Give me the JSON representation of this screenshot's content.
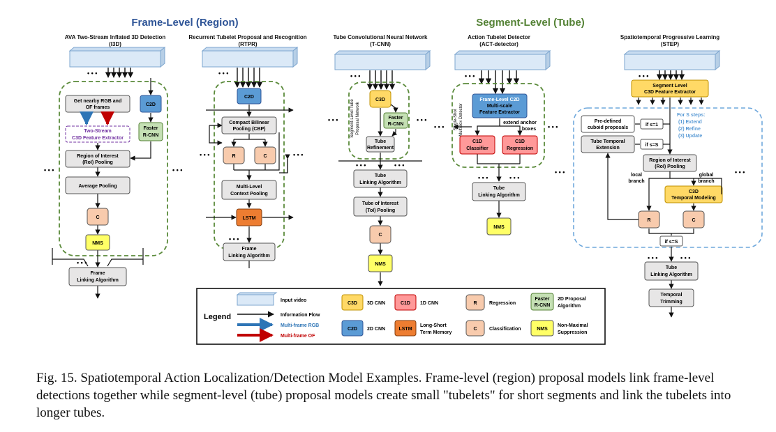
{
  "headers": {
    "frame_level": "Frame-Level (Region)",
    "segment_level": "Segment-Level (Tube)"
  },
  "colors": {
    "frame_level": "#2f5597",
    "segment_level": "#548235",
    "group_border": "#5a8a3a",
    "step_border": "#6fa8dc",
    "rgb": "#2e75b6",
    "of": "#c00000",
    "purple": "#7030a0"
  },
  "models": {
    "i3d": {
      "title": "AVA Two-Stream Inflated 3D Detection",
      "abbr": "(I3D)"
    },
    "rtpr": {
      "title": "Recurrent Tubelet Proposal and Recognition",
      "abbr": "(RTPR)"
    },
    "tcnn": {
      "title": "Tube Convolutional Neural Network",
      "abbr": "(T-CNN)"
    },
    "act": {
      "title": "Action Tubelet Detector",
      "abbr": "(ACT-detector)"
    },
    "step": {
      "title": "Spatiotemporal Progressive Learning",
      "abbr": "(STEP)"
    }
  },
  "boxes": {
    "nearby_rgb": [
      "Get nearby RGB and",
      "OF frames"
    ],
    "two_stream": [
      "Two-Stream",
      "C3D Feature Extractor"
    ],
    "c2d": "C2D",
    "faster_rcnn": [
      "Faster",
      "R-CNN"
    ],
    "roi_pooling": [
      "Region of Interest",
      "(RoI) Pooling"
    ],
    "avg_pooling": "Average Pooling",
    "c": "C",
    "r": "R",
    "nms": "NMS",
    "frame_linking": [
      "Frame",
      "Linking Algorithm"
    ],
    "cbp": [
      "Compact Bilinear",
      "Pooling (CBP)"
    ],
    "multi_level": [
      "Multi-Level",
      "Context Pooling"
    ],
    "lstm": "LSTM",
    "c3d": "C3D",
    "tube_refinement": [
      "Tube",
      "Refinement"
    ],
    "tube_linking": [
      "Tube",
      "Linking Algorithm"
    ],
    "toi_pooling": [
      "Tube of Interest",
      "(ToI) Pooling"
    ],
    "frame_level_c2d": [
      "Frame-Level C2D",
      "Multi-scale",
      "Feature Extractor"
    ],
    "c1d_classifier": [
      "C1D",
      "Classifier"
    ],
    "c1d_regression": [
      "C1D",
      "Regression"
    ],
    "segment_c3d": [
      "Segment Level",
      "C3D Feature Extractor"
    ],
    "predefined": [
      "Pre-defined",
      "cuboid proposals"
    ],
    "tube_temporal_ext": [
      "Tube Temporal",
      "Extension"
    ],
    "if_s1": "if s=1",
    "if_sS": "if s=S",
    "c3d_temporal": [
      "C3D",
      "Temporal Modeling"
    ],
    "temporal_trimming": [
      "Temporal",
      "Trimming"
    ]
  },
  "labels": {
    "segment_level_tube_net": [
      "Segment-Level Tube",
      "Proposal Network"
    ],
    "single_shot": [
      "Single-Shot",
      "MultiBox Detector"
    ],
    "extend_anchor": [
      "extend anchor",
      "boxes"
    ],
    "local_branch": [
      "local",
      "branch"
    ],
    "global_branch": [
      "global",
      "branch"
    ],
    "steps_title": "For S steps:",
    "steps": [
      "(1)  Extend",
      "(2)  Refine",
      "(3)  Update"
    ],
    "dots": "• • •"
  },
  "legend": {
    "title": "Legend",
    "input_video": "Input video",
    "info_flow": "Information Flow",
    "multi_rgb": "Multi-frame RGB",
    "multi_of": "Multi-frame OF",
    "c3d_cnn": "3D CNN",
    "c2d_cnn": "2D CNN",
    "c1d_cnn": "1D CNN",
    "lstm_desc": [
      "Long-Short",
      "Term Memory"
    ],
    "regression": "Regression",
    "classification": "Classification",
    "proposal": [
      "2D Proposal",
      "Algorithm"
    ],
    "nms_desc": [
      "Non-Maximal",
      "Suppression"
    ]
  },
  "caption": "Fig. 15.  Spatiotemporal Action Localization/Detection Model Examples. Frame-level (region) proposal models link frame-level detections together while segment-level (tube) proposal models create small \"tubelets\" for short segments and link the tubelets into longer tubes."
}
